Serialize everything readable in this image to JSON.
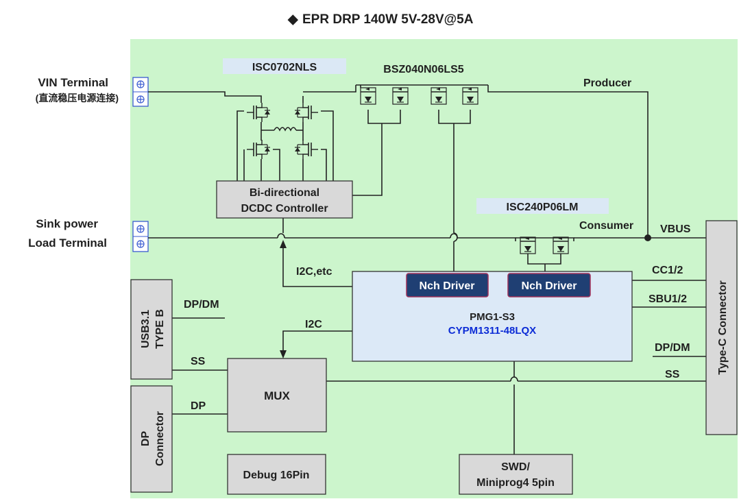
{
  "title": "EPR DRP 140W 5V-28V@5A",
  "title_marker": "◆",
  "colors": {
    "background_area": "#ccf5cc",
    "block_fill": "#d9d9d9",
    "mcu_fill": "#dce9f7",
    "driver_fill": "#1f3f73",
    "part_label_highlight": "#dbe8f5",
    "part_number_blue": "#0b2bd6"
  },
  "terminals": {
    "vin_label_1": "VIN Terminal",
    "vin_label_2": "(直流稳压电源连接)",
    "sink_label_1": "Sink power",
    "sink_label_2": "Load Terminal"
  },
  "parts": {
    "dcdc_fet": "ISC0702NLS",
    "producer_fet": "BSZ040N06LS5",
    "consumer_fet": "ISC240P06LM"
  },
  "nets": {
    "producer": "Producer",
    "consumer": "Consumer",
    "vbus": "VBUS",
    "i2c_etc": "I2C,etc",
    "i2c": "I2C",
    "cc": "CC1/2",
    "sbu": "SBU1/2",
    "dpdm_right": "DP/DM",
    "ss_right": "SS",
    "dpdm_left": "DP/DM",
    "ss_left": "SS",
    "dp": "DP"
  },
  "blocks": {
    "dcdc_line1": "Bi-directional",
    "dcdc_line2": "DCDC Controller",
    "mcu_name": "PMG1-S3",
    "mcu_part": "CYPM1311-48LQX",
    "driver1": "Nch Driver",
    "driver2": "Nch Driver",
    "mux": "MUX",
    "debug": "Debug 16Pin",
    "swd_line1": "SWD/",
    "swd_line2": "Miniprog4 5pin",
    "usb_line1": "USB3.1",
    "usb_line2": "TYPE B",
    "dp_line1": "DP",
    "dp_line2": "Connector",
    "typec": "Type-C Connector"
  }
}
